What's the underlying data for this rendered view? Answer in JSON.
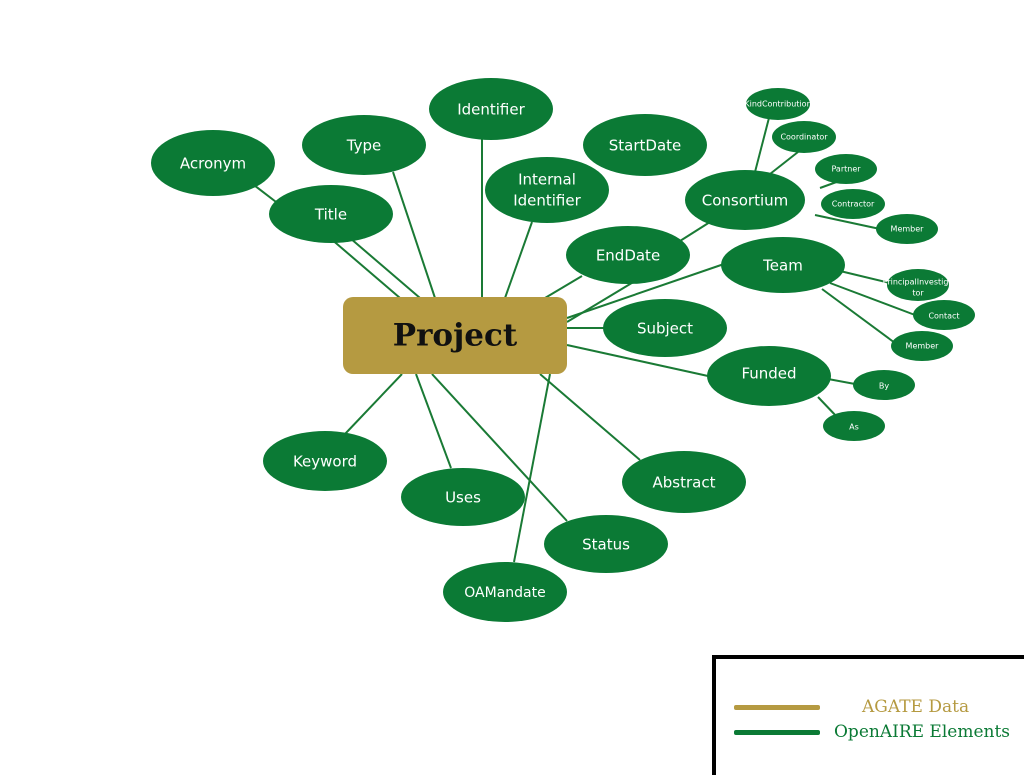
{
  "colors": {
    "agate": "#b59a41",
    "openaire": "#0b7a35"
  },
  "root": {
    "label": "Project"
  },
  "nodes": {
    "acronym": "Acronym",
    "type": "Type",
    "identifier": "Identifier",
    "startdate": "StartDate",
    "title": "Title",
    "internal_identifier": [
      "Internal",
      "Identifier"
    ],
    "consortium": "Consortium",
    "enddate": "EndDate",
    "team": "Team",
    "subject": "Subject",
    "funded": "Funded",
    "keyword": "Keyword",
    "uses": "Uses",
    "abstract": "Abstract",
    "status": "Status",
    "oamandate": "OAMandate",
    "kind_contribution": "KindContribution",
    "coordinator": "Coordinator",
    "partner": "Partner",
    "contractor": "Contractor",
    "consortium_member": "Member",
    "principal_investigator": [
      "PrincipalInvestiga",
      "tor"
    ],
    "contact": "Contact",
    "team_member": "Member",
    "by": "By",
    "as": "As"
  },
  "legend": {
    "agate_label": "AGATE Data",
    "openaire_label": "OpenAIRE Elements"
  }
}
